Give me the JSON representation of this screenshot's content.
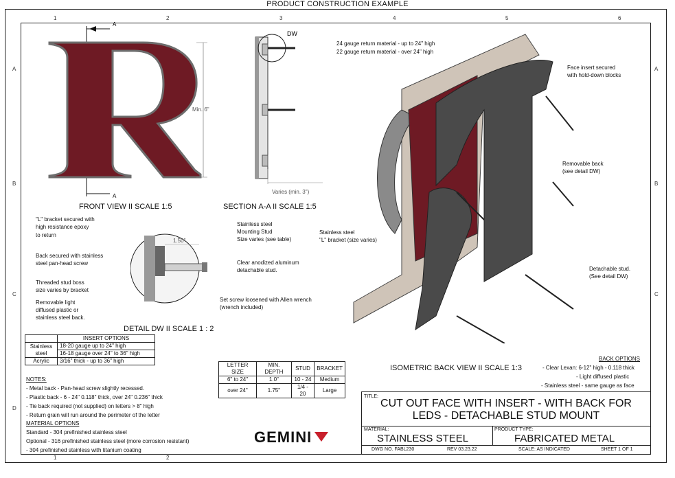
{
  "sheet_title": "PRODUCT CONSTRUCTION EXAMPLE",
  "zones": {
    "columns": [
      "1",
      "2",
      "3",
      "4",
      "5",
      "6"
    ],
    "rows": [
      "A",
      "B",
      "C",
      "D"
    ]
  },
  "front_view": {
    "letter": "R",
    "section_marker": "A",
    "min_height": "Min. 6\"",
    "caption": "FRONT VIEW II SCALE 1:5"
  },
  "section_view": {
    "callout": "DW",
    "varies": "Varies (min. 3\")",
    "caption": "SECTION A-A II SCALE 1:5"
  },
  "detail_view": {
    "dimension": "1.50\"",
    "caption": "DETAIL DW II SCALE 1 : 2",
    "notes": [
      "\"L\" bracket secured with",
      "high resistance epoxy",
      "to return",
      "Back secured with stainless",
      "steel pan-head screw",
      "Threaded stud boss",
      "size varies by bracket",
      "Removable light",
      "diffused plastic or",
      "stainless steel back.",
      "Stainless steel",
      "Mounting Stud",
      "Size varies (see table)",
      "Clear anodized aluminum",
      "detachable stud.",
      "Set screw loosened with Allen wrench",
      "(wrench included)"
    ]
  },
  "iso_view": {
    "caption": "ISOMETRIC BACK VIEW II SCALE 1:3",
    "notes": [
      "24 gauge return material - up to 24\" high",
      "22 gauge return material - over 24\" high",
      "Face insert secured",
      "with hold-down blocks",
      "Removable back",
      "(see detail DW)",
      "Stainless steel",
      "\"L\" bracket (size varies)",
      "Detachable stud.",
      "(See detail DW)"
    ]
  },
  "insert_options": {
    "title": "INSERT OPTIONS",
    "rows": [
      {
        "material": "Stainless steel",
        "spec": "18-20 gauge up to 24\" high"
      },
      {
        "material": "",
        "spec": "16-18 gauge over 24\" to 36\" high"
      },
      {
        "material": "Acrylic",
        "spec": "3/16\" thick - up to 36\" high"
      }
    ]
  },
  "stud_table": {
    "headers": [
      "LETTER SIZE",
      "MIN. DEPTH",
      "STUD",
      "BRACKET"
    ],
    "rows": [
      [
        "6\" to 24\"",
        "1.0\"",
        "10 - 24",
        "Medium"
      ],
      [
        "over 24\"",
        "1.75\"",
        "1/4 - 20",
        "Large"
      ]
    ]
  },
  "notes": {
    "title": "NOTES:",
    "items": [
      "- Metal back - Pan-head screw slightly recessed.",
      "- Plastic back - 6 - 24\" 0.118\" thick, over 24\" 0.236\" thick",
      "- Tie back required (not supplied) on letters > 8\" high",
      "- Return grain will run around the perimeter of the letter"
    ],
    "material_title": "MATERIAL OPTIONS",
    "material_items": [
      "Standard - 304 prefinished stainless steel",
      "Optional - 316 prefinished stainless steel (more corrosion resistant)",
      "- 304 prefinished stainless with titanium coating"
    ]
  },
  "back_options": {
    "title": "BACK OPTIONS",
    "items": [
      "- Clear Lexan: 6-12\" high - 0.118 thick",
      "- Light diffused plastic",
      "- Stainless steel - same gauge as face"
    ]
  },
  "title_block": {
    "title_label": "TITLE:",
    "title_line1": "CUT OUT FACE WITH INSERT - WITH BACK FOR",
    "title_line2": "LEDS - DETACHABLE STUD MOUNT",
    "material_label": "MATERIAL:",
    "material": "STAINLESS STEEL",
    "product_label": "PRODUCT TYPE:",
    "product": "FABRICATED METAL",
    "dwg_no": "DWG NO. FABL230",
    "rev": "REV 03.23.22",
    "scale": "SCALE: AS INDICATED",
    "sheet": "SHEET 1 OF 1"
  },
  "logo": {
    "text": "GEMINI"
  },
  "colors": {
    "letter_fill": "#6e1a24",
    "steel": "#4a4a4a",
    "return": "#cfc4b8"
  }
}
